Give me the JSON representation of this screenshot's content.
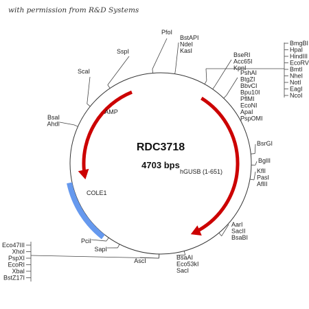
{
  "permission_note": "with permission from R&D Systems",
  "plasmid": {
    "name": "RDC3718",
    "size_label": "4703 bps"
  },
  "colors": {
    "insert": "#cc0000",
    "amp": "#cc0000",
    "ori": "#6699ee",
    "backbone": "#333333"
  },
  "features": [
    {
      "id": "amp",
      "label": "AMP",
      "kind": "arrow"
    },
    {
      "id": "insert",
      "label": "hGUSB (1-651)",
      "kind": "arrow"
    },
    {
      "id": "ori",
      "label": "COLE1",
      "kind": "block"
    }
  ],
  "sites": [
    {
      "group": "top",
      "labels": [
        "PfoI"
      ]
    },
    {
      "group": "top",
      "labels": [
        "BstAPI",
        "NdeI",
        "KasI"
      ]
    },
    {
      "group": "top",
      "labels": [
        "SspI"
      ]
    },
    {
      "group": "top",
      "labels": [
        "ScaI"
      ]
    },
    {
      "group": "left",
      "labels": [
        "BsaI",
        "AhdI"
      ]
    },
    {
      "group": "right-top",
      "labels": [
        "BseRI",
        "Acc65I",
        "KpnI"
      ]
    },
    {
      "group": "right-top",
      "labels": [
        "PshAI",
        "BtgZI",
        "BbvCI",
        "Bpu10I",
        "PflMI",
        "EcoNI",
        "ApaI",
        "PspOMI"
      ]
    },
    {
      "group": "mcs-right",
      "labels": [
        "BmgBI",
        "HpaI",
        "HindIII",
        "EcoRV",
        "BmtI",
        "NheI",
        "NotI",
        "EagI",
        "NcoI"
      ]
    },
    {
      "group": "right",
      "labels": [
        "BsrGI"
      ]
    },
    {
      "group": "right",
      "labels": [
        "BglII"
      ]
    },
    {
      "group": "right",
      "labels": [
        "KflI",
        "PasI",
        "AflII"
      ]
    },
    {
      "group": "bottom-right",
      "labels": [
        "AarI",
        "SacII",
        "BsaBI"
      ]
    },
    {
      "group": "bottom",
      "labels": [
        "BsaAI",
        "Eco53kI",
        "SacI"
      ]
    },
    {
      "group": "bottom",
      "labels": [
        "AscI"
      ]
    },
    {
      "group": "bottom-left",
      "labels": [
        "SapI"
      ]
    },
    {
      "group": "bottom-left",
      "labels": [
        "PciI"
      ]
    },
    {
      "group": "mcs-left",
      "labels": [
        "Eco47III",
        "XhoI",
        "PspXI",
        "EcoRI",
        "XbaI",
        "BstZ17I"
      ]
    }
  ]
}
